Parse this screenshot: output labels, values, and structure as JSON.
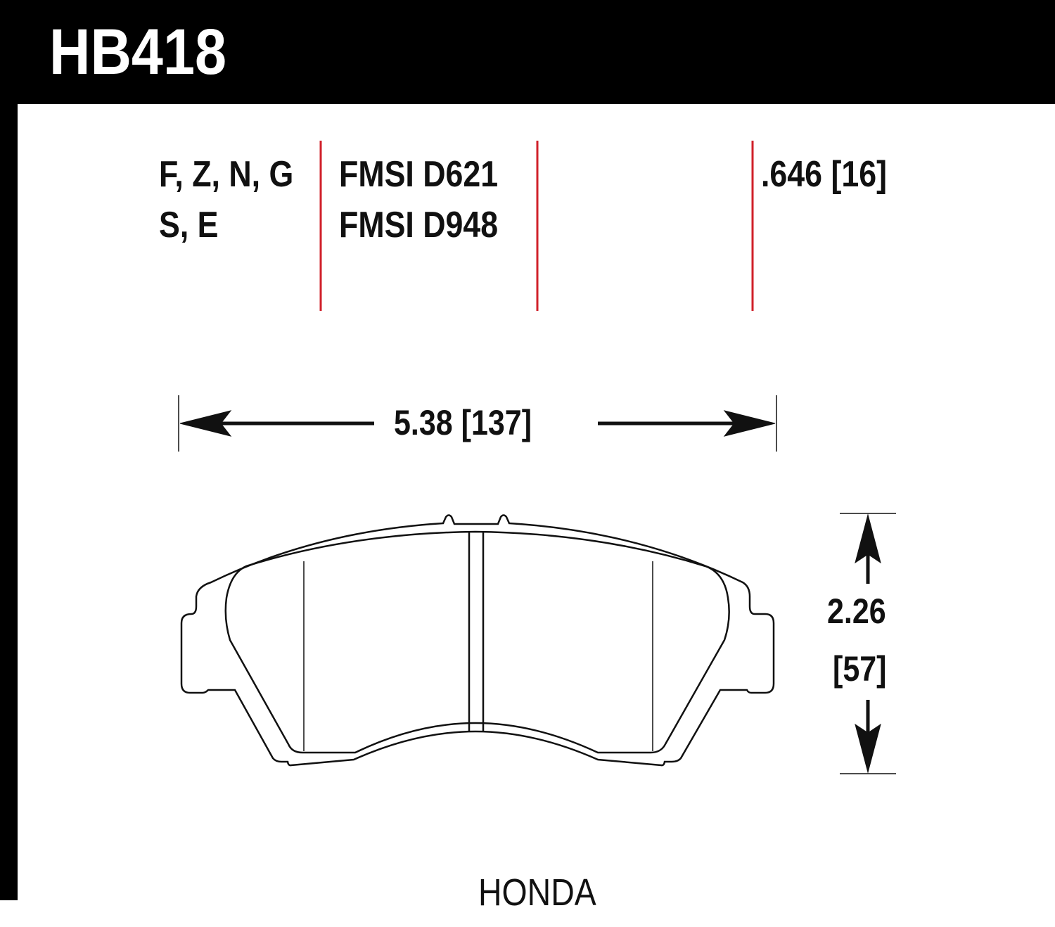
{
  "part_number": "HB418",
  "compounds": {
    "line1": "F, Z, N, G",
    "line2": "S, E"
  },
  "fmsi": [
    "FMSI D621",
    "FMSI D948"
  ],
  "thickness": ".646 [16]",
  "width_dim": "5.38 [137]",
  "height_dim": {
    "inches": "2.26",
    "mm": "[57]"
  },
  "vehicle": "HONDA",
  "colors": {
    "divider": "#d0202a",
    "header": "#000000"
  }
}
